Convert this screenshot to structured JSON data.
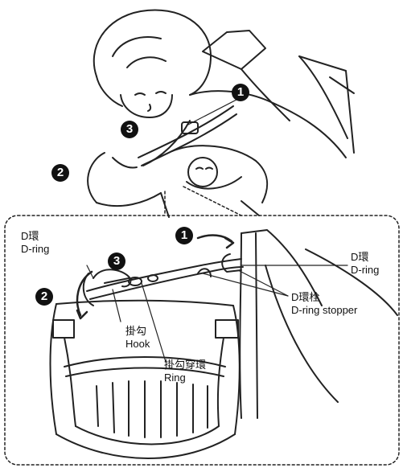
{
  "steps": [
    "1",
    "2",
    "3"
  ],
  "labels": {
    "d_ring_left": {
      "cn": "D環",
      "en": "D-ring"
    },
    "d_ring_right": {
      "cn": "D環",
      "en": "D-ring"
    },
    "d_ring_stopper": {
      "cn": "D環栓",
      "en": "D-ring stopper"
    },
    "hook": {
      "cn": "掛勾",
      "en": "Hook"
    },
    "ring": {
      "cn": "掛勾穿環",
      "en": "Ring"
    }
  }
}
